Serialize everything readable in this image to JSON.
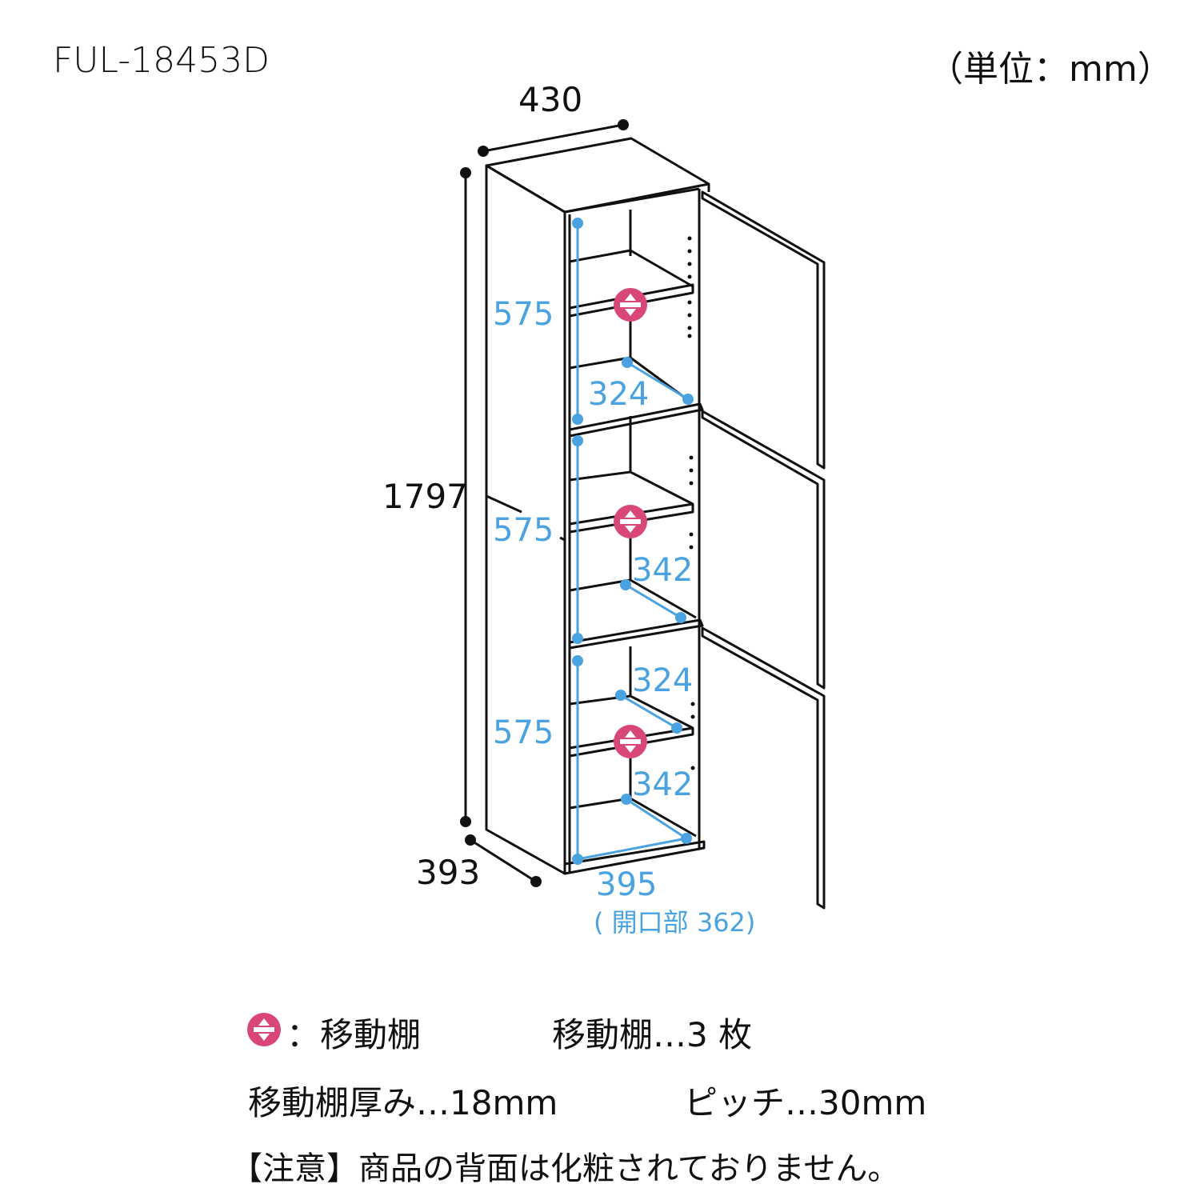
{
  "header": {
    "model": "FUL-18453D",
    "unit": "（単位：mm）"
  },
  "colors": {
    "line": "#111111",
    "dimension_blue": "#4aa3e0",
    "movable_shelf_marker": "#d9467a"
  },
  "dimensions": {
    "width": "430",
    "height": "1797",
    "depth": "393",
    "inner_width": "395",
    "opening_note": "( 開口部 362)",
    "sections": [
      {
        "height": "575",
        "shelf_depths": [
          "324"
        ]
      },
      {
        "height": "575",
        "shelf_depths": [
          "342"
        ]
      },
      {
        "height": "575",
        "shelf_depths": [
          "324",
          "342"
        ]
      }
    ]
  },
  "legend": {
    "marker_icon": "movable-shelf-icon",
    "marker_label": "：移動棚",
    "shelf_count": "移動棚…3 枚",
    "shelf_thickness": "移動棚厚み…18mm",
    "pitch": "ピッチ…30mm",
    "note": "【注意】商品の背面は化粧されておりません。"
  }
}
